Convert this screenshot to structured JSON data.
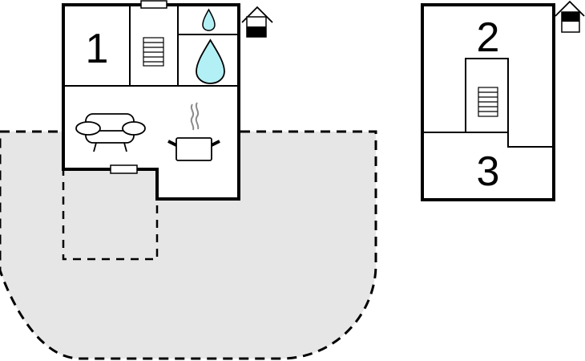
{
  "floor_plan": {
    "colors": {
      "wall": "#000000",
      "terrace_fill": "#e6e6e6",
      "water": "#b3f0f5",
      "steam": "#8a8a8a",
      "background": "#ffffff"
    },
    "ground_floor": {
      "level_indicator": "ground-floor-house-icon",
      "rooms": [
        {
          "id": "room-1",
          "label": "1",
          "type": "bedroom"
        },
        {
          "id": "stairwell",
          "label": "",
          "type": "stairs"
        },
        {
          "id": "toilet",
          "label": "",
          "type": "bathroom-small"
        },
        {
          "id": "bathroom",
          "label": "",
          "type": "bathroom"
        },
        {
          "id": "living-kitchen",
          "label": "",
          "type": "living-room-kitchen"
        }
      ],
      "outdoor": {
        "type": "terrace",
        "style": "dashed"
      }
    },
    "upper_floor": {
      "level_indicator": "upper-floor-house-icon",
      "rooms": [
        {
          "id": "room-2",
          "label": "2",
          "type": "bedroom"
        },
        {
          "id": "room-3",
          "label": "3",
          "type": "bedroom"
        },
        {
          "id": "stairwell-upper",
          "label": "",
          "type": "stairs"
        }
      ]
    }
  }
}
